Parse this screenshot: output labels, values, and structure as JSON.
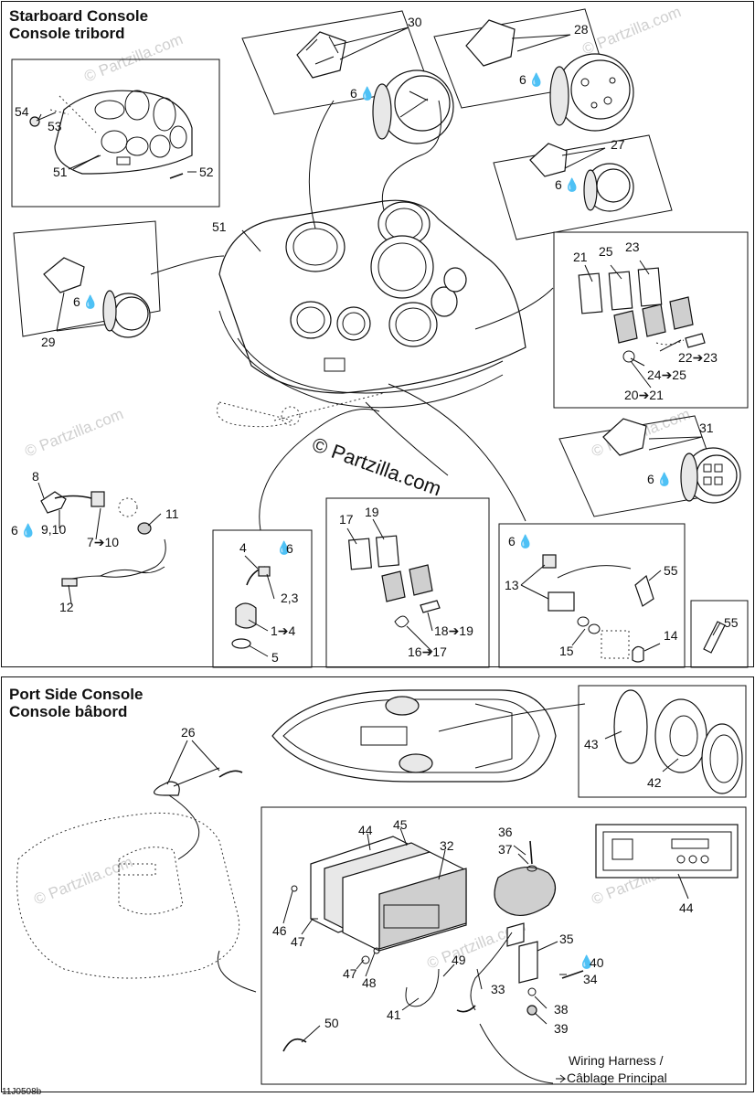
{
  "sections": {
    "starboard": {
      "title_en": "Starboard Console",
      "title_fr": "Console tribord"
    },
    "port": {
      "title_en": "Port Side Console",
      "title_fr": "Console bâbord"
    }
  },
  "watermark": {
    "copyright": "© Partzilla.com",
    "site": "Partzilla.com"
  },
  "diagram_code": "11J0508b",
  "wiring_harness": {
    "en": "Wiring Harness /",
    "fr": "Câblage Principal"
  },
  "labels": {
    "l30": "30",
    "l28": "28",
    "l27": "27",
    "l6a": "6",
    "l6b": "6",
    "l6c": "6",
    "l54": "54",
    "l53": "53",
    "l51a": "51",
    "l52": "52",
    "l51b": "51",
    "l29": "29",
    "l6d": "6",
    "l21": "21",
    "l25": "25",
    "l23": "23",
    "l22_23": "22➔23",
    "l24_25": "24➔25",
    "l20_21": "20➔21",
    "l31": "31",
    "l6e": "6",
    "l8": "8",
    "l6f": "6",
    "l9_10": "9,10",
    "l7_10": "7➔10",
    "l11": "11",
    "l12": "12",
    "l4": "4",
    "l6g": "6",
    "l2_3": "2,3",
    "l1_4": "1➔4",
    "l5": "5",
    "l17": "17",
    "l19": "19",
    "l18_19": "18➔19",
    "l16_17": "16➔17",
    "l6h": "6",
    "l13": "13",
    "l55a": "55",
    "l15": "15",
    "l14": "14",
    "l55b": "55",
    "l26": "26",
    "l43": "43",
    "l42": "42",
    "l44a": "44",
    "l45": "45",
    "l32": "32",
    "l36": "36",
    "l37": "37",
    "l44b": "44",
    "l46": "46",
    "l47a": "47",
    "l35": "35",
    "l49": "49",
    "l40": "40",
    "l34": "34",
    "l47b": "47",
    "l48": "48",
    "l33": "33",
    "l41": "41",
    "l38": "38",
    "l39": "39",
    "l50": "50"
  }
}
